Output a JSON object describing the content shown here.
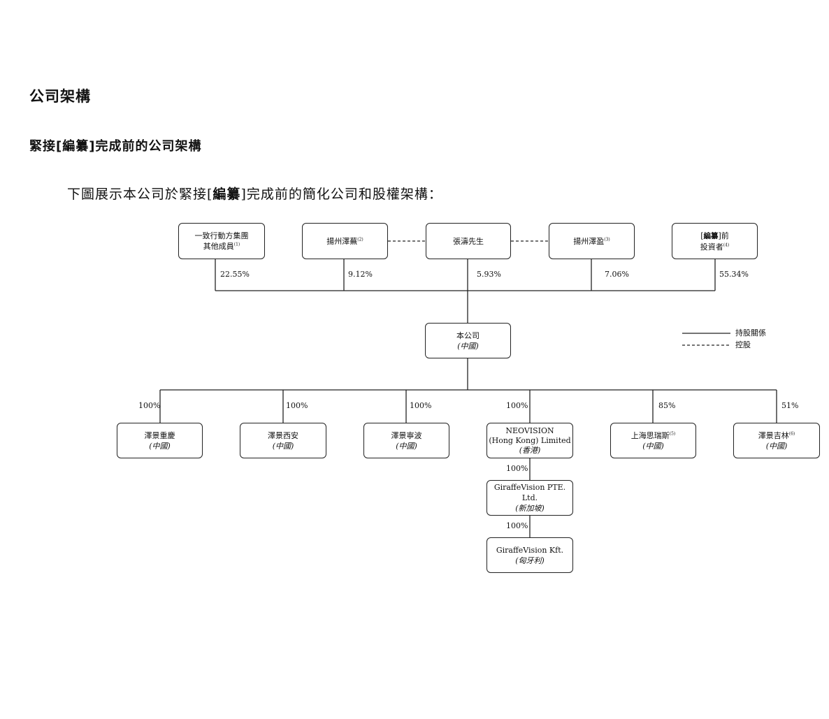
{
  "page": {
    "heading": "公司架構",
    "subheading_pre": "緊接[",
    "subheading_bold": "編纂",
    "subheading_post": "]完成前的公司架構",
    "intro_pre": "下圖展示本公司於緊接[",
    "intro_bold": "編纂",
    "intro_post": "]完成前的簡化公司和股權架構："
  },
  "shareholders": [
    {
      "line1": "一致行動方集團",
      "line2": "其他成員",
      "note": "(1)",
      "percent": "22.55%"
    },
    {
      "line1": "揚州澤蕪",
      "note": "(2)",
      "percent": "9.12%"
    },
    {
      "line1": "張濤先生",
      "percent": "5.93%"
    },
    {
      "line1": "揚州澤盈",
      "note": "(3)",
      "percent": "7.06%"
    },
    {
      "line1_pre": "[",
      "line1_bold": "編纂",
      "line1_post": "]前",
      "line2": "投資者",
      "note": "(4)",
      "percent": "55.34%"
    }
  ],
  "company": {
    "name": "本公司",
    "location": "(中國)"
  },
  "legend": {
    "solid": "持股關係",
    "dashed": "控股"
  },
  "subsidiaries": [
    {
      "name": "澤景重慶",
      "location": "(中國)",
      "percent": "100%"
    },
    {
      "name": "澤景西安",
      "location": "(中國)",
      "percent": "100%"
    },
    {
      "name": "澤景寧波",
      "location": "(中國)",
      "percent": "100%"
    },
    {
      "name1": "NEOVISION",
      "name2": "(Hong Kong) Limited",
      "location": "(香港)",
      "percent": "100%"
    },
    {
      "name": "上海思瑞斯",
      "note": "(5)",
      "location": "(中國)",
      "percent": "85%"
    },
    {
      "name": "澤景吉林",
      "note": "(6)",
      "location": "(中國)",
      "percent": "51%"
    }
  ],
  "chain": [
    {
      "name": "GiraffeVision PTE. Ltd.",
      "location": "(新加坡)",
      "percent": "100%"
    },
    {
      "name": "GiraffeVision Kft.",
      "location": "(匈牙利)",
      "percent": "100%"
    }
  ]
}
